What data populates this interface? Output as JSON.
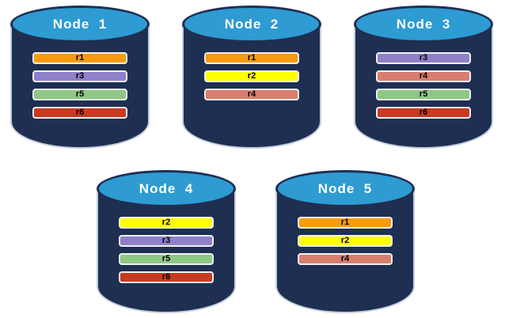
{
  "diagram": {
    "name": "replica-distribution-across-nodes",
    "colors": {
      "cylinder_body": "#1e2f52",
      "cylinder_top": "#2e9bd3",
      "cylinder_edge": "#c4cedb",
      "bar_border": "#f1f1f1",
      "bar_text": "#000000",
      "node_label_text": "#ffffff",
      "background": "#ffffff"
    },
    "replica_colors": {
      "r1": "#f89b0c",
      "r2": "#ffff00",
      "r3": "#8f80c9",
      "r4": "#d97e6e",
      "r5": "#8fc885",
      "r6": "#c93a22"
    },
    "nodes": [
      {
        "label": "Node  1",
        "replicas": [
          "r1",
          "r3",
          "r5",
          "r6"
        ]
      },
      {
        "label": "Node  2",
        "replicas": [
          "r1",
          "r2",
          "r4"
        ]
      },
      {
        "label": "Node  3",
        "replicas": [
          "r3",
          "r4",
          "r5",
          "r6"
        ]
      },
      {
        "label": "Node  4",
        "replicas": [
          "r2",
          "r3",
          "r5",
          "r6"
        ]
      },
      {
        "label": "Node  5",
        "replicas": [
          "r1",
          "r2",
          "r4"
        ]
      }
    ]
  }
}
